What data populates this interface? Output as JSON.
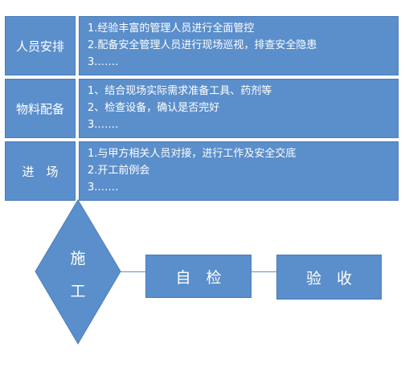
{
  "sections": [
    {
      "label": "人员安排",
      "lines": [
        "1.经验丰富的管理人员进行全面管控",
        "2.配备安全管理人员进行现场巡视，排查安全隐患",
        "3.……"
      ]
    },
    {
      "label": "物料配备",
      "lines": [
        "1、结合现场实际需求准备工具、药剂等",
        "2、检查设备，确认是否完好",
        "3.……"
      ]
    },
    {
      "label": "进　场",
      "lines": [
        "1.与甲方相关人员对接，进行工作及安全交底",
        "2.开工前例会",
        "3.……"
      ]
    }
  ],
  "flow": {
    "diamond_top": "施",
    "diamond_bottom": "工",
    "self_check": "自　检",
    "acceptance": "验　收"
  },
  "colors": {
    "fill": "#5b8fcb",
    "border": "#4a7dba"
  }
}
